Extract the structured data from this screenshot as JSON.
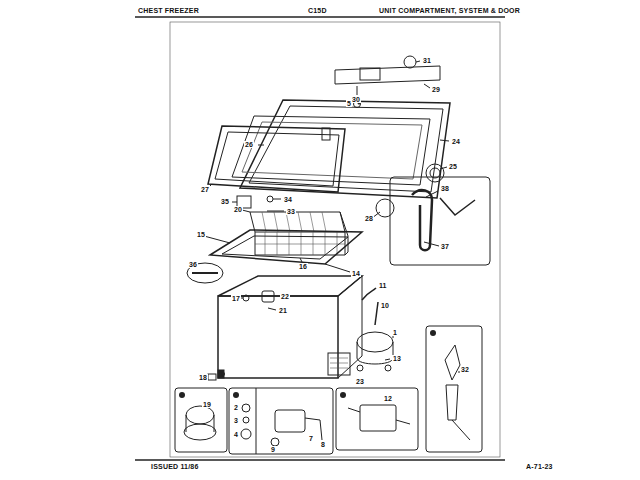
{
  "diagram": {
    "labels": [
      "CHEST FREEZER",
      "C15D",
      "UNIT COMPARTMENT, SYSTEM & DOOR",
      "31",
      "29",
      "30",
      "5",
      "24",
      "26",
      "25",
      "27",
      "35",
      "34",
      "33",
      "38",
      "28",
      "37",
      "20",
      "15",
      "16",
      "14",
      "36",
      "11",
      "17",
      "22",
      "10",
      "21",
      "1",
      "13",
      "18",
      "23",
      "32",
      "19",
      "2",
      "3",
      "4",
      "12",
      "7",
      "8",
      "9",
      "ISSUED 11/86",
      "A-71-23"
    ]
  }
}
